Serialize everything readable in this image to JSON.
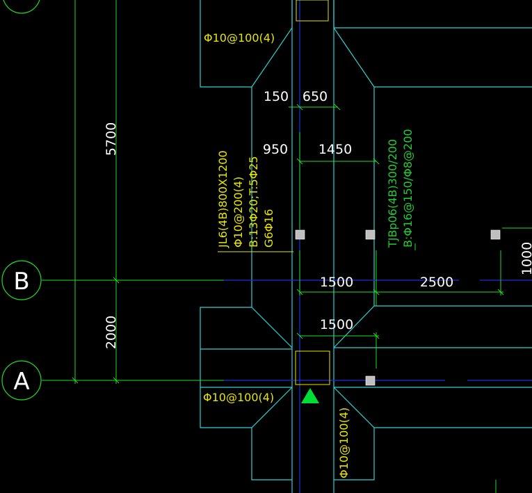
{
  "colors": {
    "background": "#000000",
    "outline": "#2fd1d1",
    "dimension": "#22dd22",
    "axis": "#1f2fd8",
    "annotation": "#e6e600",
    "grid_line": "#22dd22",
    "node": "#bfbfbf",
    "marker": "#00cc44"
  },
  "grid_labels": {
    "b": "B",
    "a": "A"
  },
  "dimensions": {
    "d5700": "5700",
    "d2000": "2000",
    "d150": "150",
    "d650": "650",
    "d950": "950",
    "d1450": "1450",
    "d1500_upper": "1500",
    "d2500": "2500",
    "d1500_lower": "1500",
    "d1000_partial": "1000"
  },
  "annotations": {
    "rebar_top": "Φ10@100(4)",
    "rebar_bottom_left": "Φ10@100(4)",
    "rebar_bottom_vertical": "Φ10@100(4)",
    "beam_jl6": {
      "line1": "JL6(4B)800X1200",
      "line2": "Φ10@200(4)",
      "line3": "B:13Φ20;T:5Φ25",
      "line4": "G6Φ16"
    },
    "beam_tjbp": {
      "line1": "TJBp06(4B)300/200",
      "line2": "B:Φ16@150/Φ8@200"
    }
  }
}
